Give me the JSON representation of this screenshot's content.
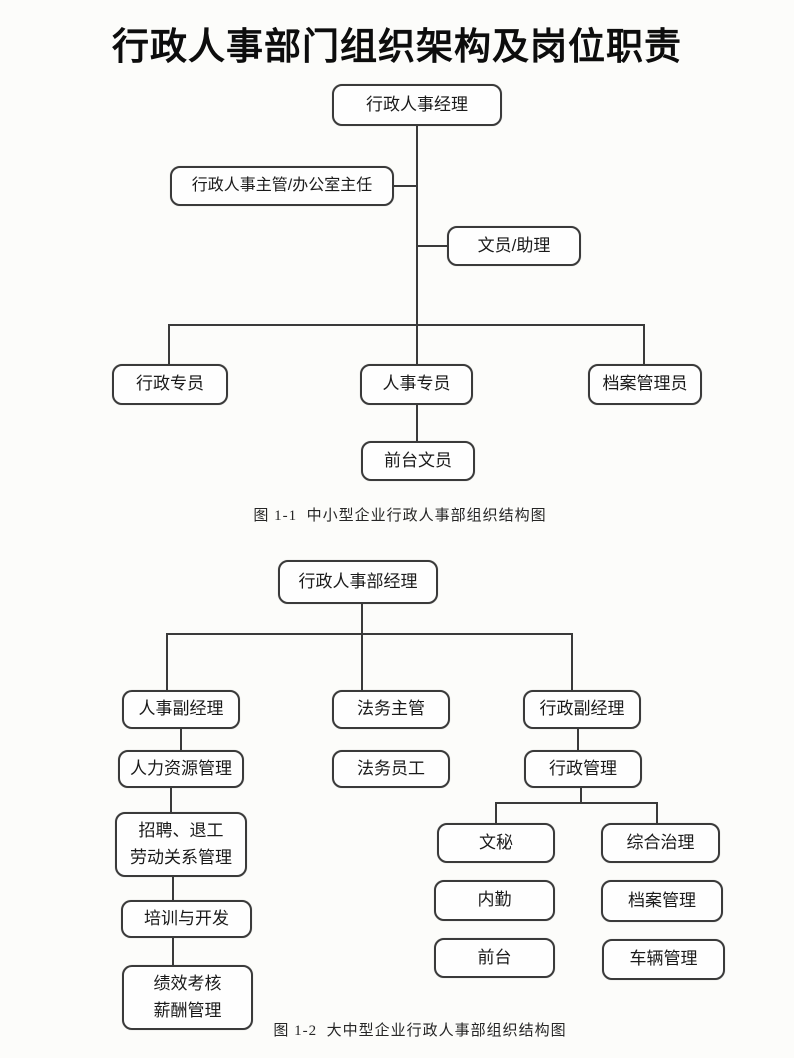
{
  "title": "行政人事部门组织架构及岗位职责",
  "colors": {
    "background": "#fcfcfa",
    "box_fill": "#fefefe",
    "box_border": "#3a3a3a",
    "line": "#3a3a3a",
    "text": "#1a1a1a"
  },
  "figure1": {
    "caption": "图 1-1  中小型企业行政人事部组织结构图",
    "nodes": {
      "manager": "行政人事经理",
      "supervisor": "行政人事主管/办公室主任",
      "clerk_assistant": "文员/助理",
      "admin_specialist": "行政专员",
      "hr_specialist": "人事专员",
      "archives_admin": "档案管理员",
      "front_desk_clerk": "前台文员"
    }
  },
  "figure2": {
    "caption": "图 1-2  大中型企业行政人事部组织结构图",
    "nodes": {
      "dept_manager": "行政人事部经理",
      "hr_deputy_manager": "人事副经理",
      "legal_supervisor": "法务主管",
      "admin_deputy_manager": "行政副经理",
      "hr_management": "人力资源管理",
      "legal_staff": "法务员工",
      "admin_management": "行政管理",
      "recruitment_labor": "招聘、退工\n劳动关系管理",
      "secretary": "文秘",
      "governance": "综合治理",
      "training": "培训与开发",
      "internal_service": "内勤",
      "archives_management": "档案管理",
      "front_desk": "前台",
      "vehicle_management": "车辆管理",
      "performance_comp": "绩效考核\n薪酬管理"
    }
  }
}
